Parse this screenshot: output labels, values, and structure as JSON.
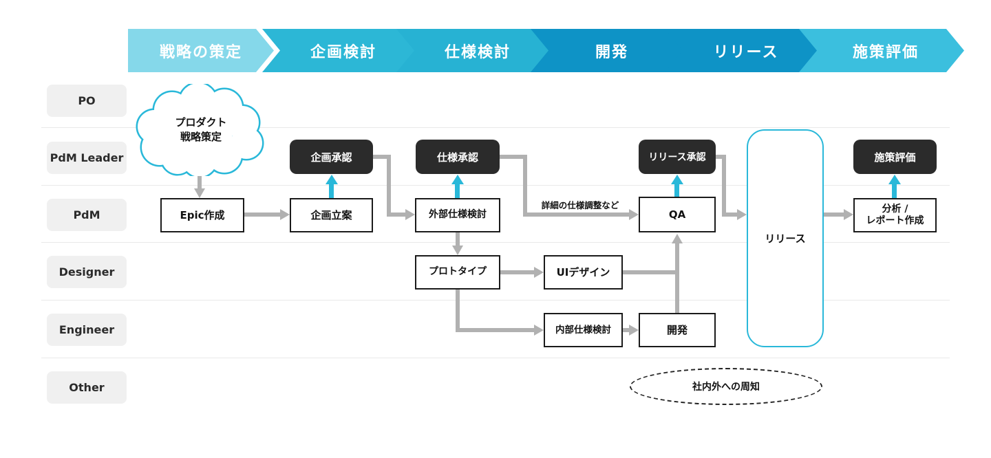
{
  "phases": [
    {
      "label": "戦略の策定",
      "color": "#85d8ea"
    },
    {
      "label": "企画検討",
      "color": "#2cb7d6"
    },
    {
      "label": "仕様検討",
      "color": "#27b2d3"
    },
    {
      "label": "開発",
      "color": "#0e93c6"
    },
    {
      "label": "リリース",
      "color": "#0e93c6"
    },
    {
      "label": "施策評価",
      "color": "#3bbfde"
    }
  ],
  "lanes": [
    "PO",
    "PdM Leader",
    "PdM",
    "Designer",
    "Engineer",
    "Other"
  ],
  "cloud": {
    "line1": "プロダクト",
    "line2": "戦略策定"
  },
  "approvals": {
    "kikaku": "企画承認",
    "shiyo": "仕様承認",
    "release": "リリース承認",
    "shisaku": "施策評価"
  },
  "tasks": {
    "epic": "Epic作成",
    "ritsuan": "企画立案",
    "gaibu": "外部仕様検討",
    "qa": "QA",
    "prototype": "プロトタイプ",
    "ui": "UIデザイン",
    "naibu": "内部仕様検討",
    "kaihatsu": "開発",
    "release": "リリース",
    "bunseki_line1": "分析 /",
    "bunseki_line2": "レポート作成"
  },
  "annotations": {
    "spec_adjust": "詳細の仕様調整など",
    "announce": "社内外への周知"
  },
  "colors": {
    "accent": "#29b8d9",
    "arrow": "#b1b1b1",
    "dark_box": "#2b2b2b",
    "lane_bg": "#f0f0f0"
  }
}
